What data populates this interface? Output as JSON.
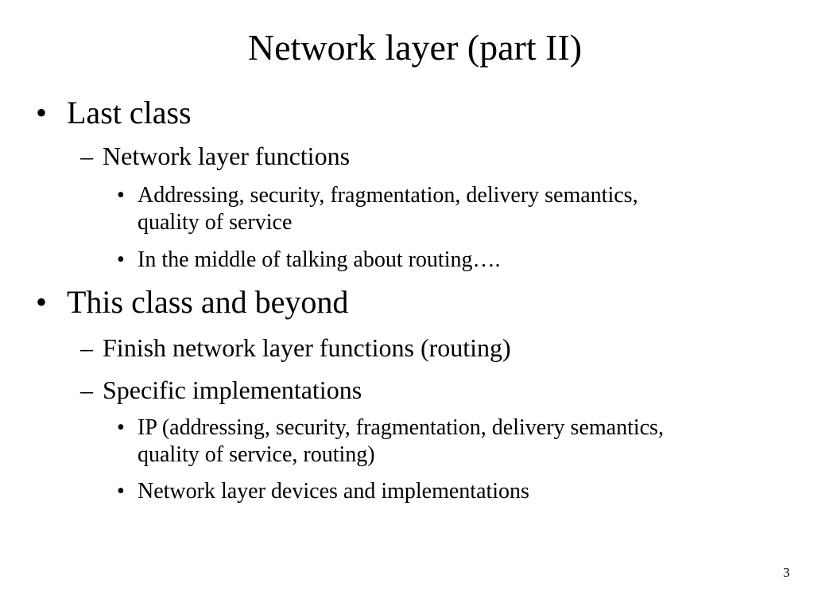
{
  "slide": {
    "title": "Network layer (part II)",
    "bullets": [
      {
        "text": "Last class",
        "sub": [
          {
            "text": "Network layer functions",
            "sub": [
              {
                "line1": "Addressing, security, fragmentation, delivery semantics,",
                "line2": "quality of service"
              },
              {
                "line1": "In the middle of talking about routing…."
              }
            ]
          }
        ]
      },
      {
        "text": "This class and beyond",
        "sub": [
          {
            "text": "Finish network layer functions (routing)"
          },
          {
            "text": "Specific implementations",
            "sub": [
              {
                "line1": "IP (addressing, security, fragmentation, delivery semantics,",
                "line2": "quality of service, routing)"
              },
              {
                "line1": "Network layer devices and implementations"
              }
            ]
          }
        ]
      }
    ],
    "markers": {
      "level1": "•",
      "level2": "–",
      "level3": "•"
    },
    "page_number": "3"
  }
}
